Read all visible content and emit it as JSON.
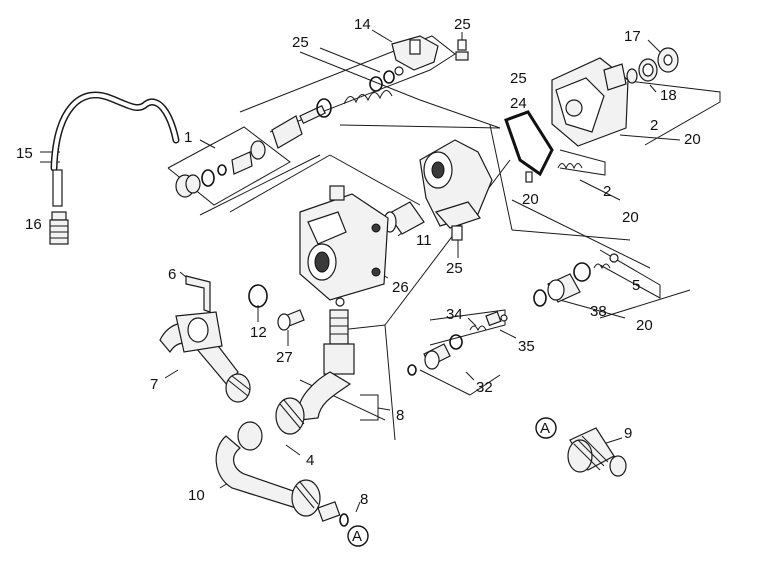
{
  "diagram": {
    "callouts": {
      "c14": "14",
      "c25a": "25",
      "c25b": "25",
      "c25c": "25",
      "c25d": "25",
      "c17": "17",
      "c18": "18",
      "c24": "24",
      "c2a": "2",
      "c2b": "2",
      "c20a": "20",
      "c20b": "20",
      "c20c": "20",
      "c20d": "20",
      "c1": "1",
      "c15": "15",
      "c16": "16",
      "c11": "11",
      "c26": "26",
      "c6": "6",
      "c12": "12",
      "c27": "27",
      "c7": "7",
      "c34": "34",
      "c35": "35",
      "c32": "32",
      "c5": "5",
      "c38": "38",
      "c8a": "8",
      "c8b": "8",
      "c4": "4",
      "c10": "10",
      "c9": "9",
      "markA1": "A",
      "markA2": "A"
    }
  }
}
